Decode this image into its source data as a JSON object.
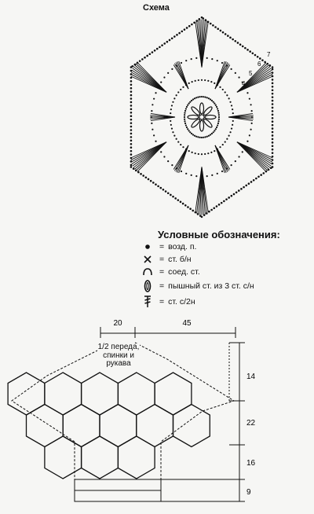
{
  "scheme": {
    "title": "Схема",
    "row_numbers": [
      "7",
      "6",
      "5",
      "4"
    ]
  },
  "legend": {
    "title": "Условные обозначения:",
    "items": [
      {
        "icon": "dot-icon",
        "text": "возд. п."
      },
      {
        "icon": "cross-icon",
        "text": "ст. б/н"
      },
      {
        "icon": "arc-icon",
        "text": "соед. ст."
      },
      {
        "icon": "oval-icon",
        "text": "пышный ст. из 3 ст. с/н"
      },
      {
        "icon": "stitch-icon",
        "text": "ст. с/2н"
      }
    ],
    "equals": "="
  },
  "pattern": {
    "note": "1/2 переда, спинки и рукава",
    "dimensions": {
      "top_left": "20",
      "top_right": "45",
      "right_1": "14",
      "right_2": "22",
      "right_3": "16",
      "right_4": "9"
    }
  }
}
